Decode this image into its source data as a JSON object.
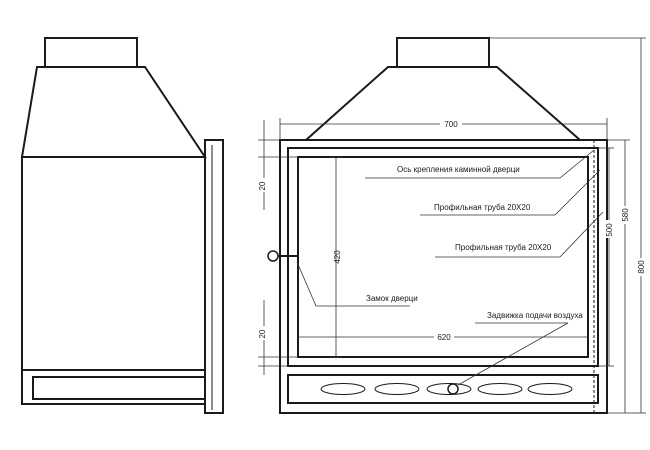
{
  "dimensions": {
    "width_total": "700",
    "inner_width": "620",
    "inner_height": "420",
    "gap_top": "20",
    "gap_bottom": "20",
    "height_500": "500",
    "height_580": "580",
    "height_total": "800"
  },
  "labels": {
    "door_axis": "Ось крепления каминной дверци",
    "profile_tube_1": "Профильная труба 20X20",
    "profile_tube_2": "Профильная труба 20X20",
    "door_lock": "Замок дверци",
    "air_damper": "Задвижка подачи воздуха"
  },
  "colors": {
    "line": "#1a1a1a",
    "background": "#ffffff"
  }
}
